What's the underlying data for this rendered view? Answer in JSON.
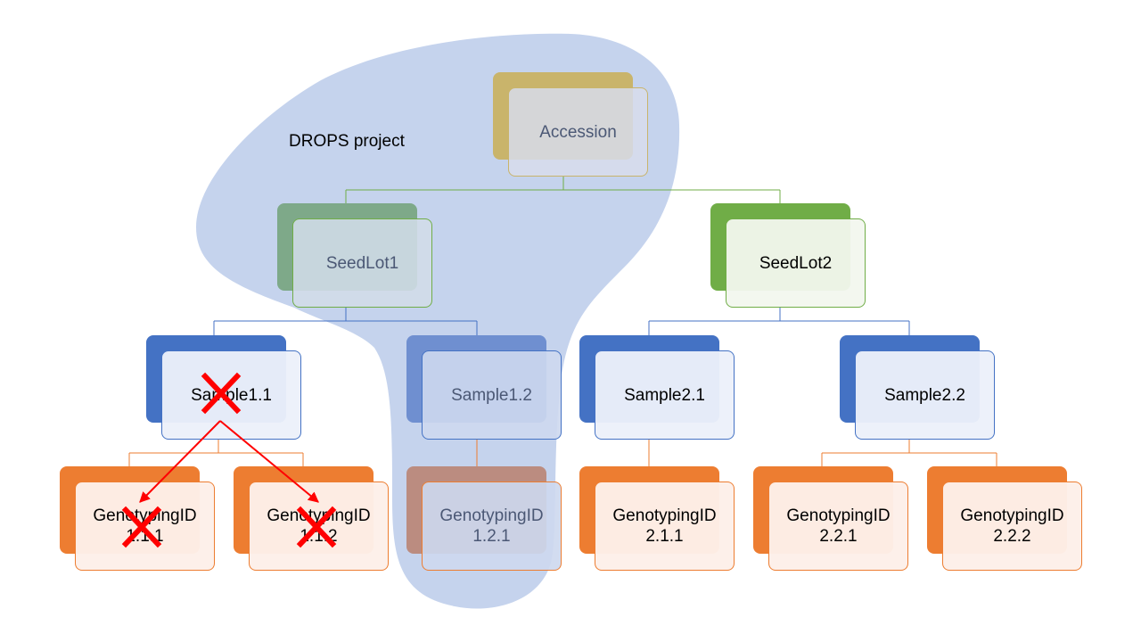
{
  "project_label": "DROPS project",
  "colors": {
    "project_region": "#c5d3ed",
    "accession": "#c9b46b",
    "accession_border": "#c9b46b",
    "seedlot": "#70ad47",
    "sample": "#4472c4",
    "genotyping": "#ed7d31",
    "removed_marker": "#ff0000"
  },
  "nodes": {
    "accession": {
      "label": "Accession"
    },
    "seedlot1": {
      "label": "SeedLot1"
    },
    "seedlot2": {
      "label": "SeedLot2"
    },
    "sample11": {
      "label": "Sample1.1"
    },
    "sample12": {
      "label": "Sample1.2"
    },
    "sample21": {
      "label": "Sample2.1"
    },
    "sample22": {
      "label": "Sample2.2"
    },
    "geno111": {
      "line1": "GenotypingID",
      "line2": "1.1.1"
    },
    "geno112": {
      "line1": "GenotypingID",
      "line2": "1.1.2"
    },
    "geno121": {
      "line1": "GenotypingID",
      "line2": "1.2.1"
    },
    "geno211": {
      "line1": "GenotypingID",
      "line2": "2.1.1"
    },
    "geno221": {
      "line1": "GenotypingID",
      "line2": "2.2.1"
    },
    "geno222": {
      "line1": "GenotypingID",
      "line2": "2.2.2"
    }
  }
}
